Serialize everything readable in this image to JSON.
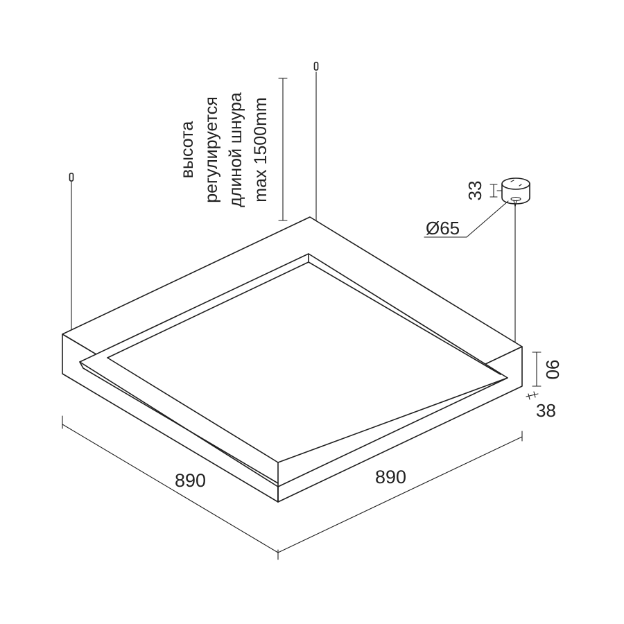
{
  "labels": {
    "height_note_line1": "высота",
    "height_note_line2": "регулируется",
    "height_note_line3": "длиной шнура",
    "height_note_line4": "max 1500mm",
    "cup_height": "33",
    "cup_diameter": "Ø65",
    "profile_height": "90",
    "profile_width": "38",
    "width_left": "890",
    "width_right": "890"
  },
  "colors": {
    "line": "#1f1f1f",
    "background": "#ffffff"
  }
}
